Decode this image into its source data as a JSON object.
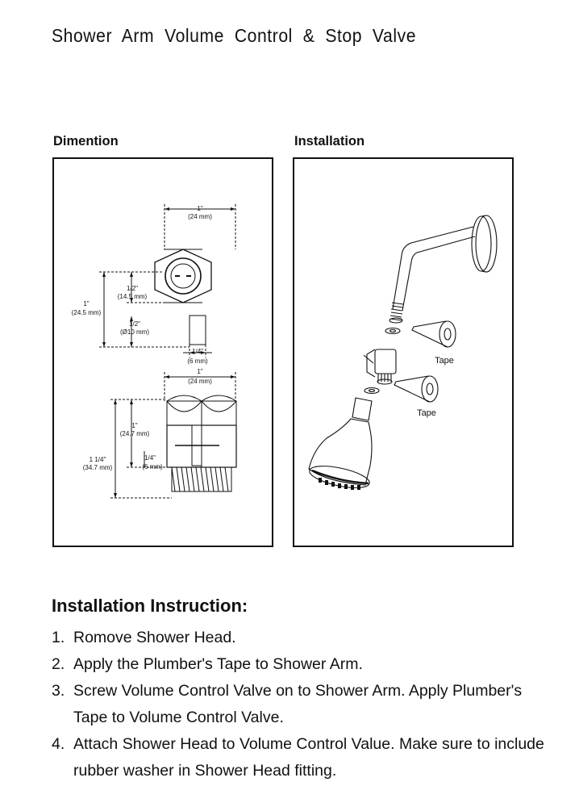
{
  "page": {
    "title": "Shower Arm Volume Control & Stop Valve"
  },
  "dimension_panel": {
    "heading": "Dimention",
    "labels": {
      "hex_width_in": "1\"",
      "hex_width_mm": "(24 mm)",
      "half_in": "1/2\"",
      "half_mm": "(14.5 mm)",
      "overall_in": "1\"",
      "overall_mm": "(24.5 mm)",
      "stem_in": "1/2\"",
      "stem_mm": "(Ø10 mm)",
      "quarter_in": "1/4\"",
      "quarter_mm": "(6 mm)",
      "body_width_in": "1\"",
      "body_width_mm": "(24 mm)",
      "upper_in": "1\"",
      "upper_mm": "(24.7 mm)",
      "total_in": "1 1/4\"",
      "total_mm": "(34.7 mm)",
      "thread_in": "1/4\"",
      "thread_mm": "(6 mm)"
    }
  },
  "installation_panel": {
    "heading": "Installation",
    "tape_label_1": "Tape",
    "tape_label_2": "Tape"
  },
  "instructions": {
    "heading": "Installation  Instruction:",
    "steps": [
      {
        "num": "1.",
        "text": "Romove Shower Head."
      },
      {
        "num": "2.",
        "text": "Apply the Plumber's Tape to Shower Arm."
      },
      {
        "num": "3.",
        "text": "Screw Volume Control Valve on to Shower Arm. Apply Plumber's Tape to Volume Control Valve."
      },
      {
        "num": "4.",
        "text": "Attach Shower Head to Volume Control Value. Make sure to include rubber washer in Shower Head fitting."
      }
    ]
  }
}
